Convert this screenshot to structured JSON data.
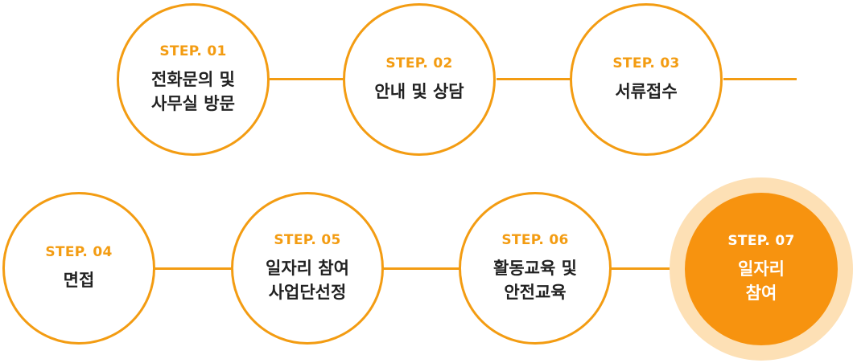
{
  "accent_color": "#f39c12",
  "active_color": "#f7930f",
  "steps": [
    {
      "label": "STEP. 01",
      "title": "전화문의 및\n사무실 방문"
    },
    {
      "label": "STEP. 02",
      "title": "안내 및 상담"
    },
    {
      "label": "STEP. 03",
      "title": "서류접수"
    },
    {
      "label": "STEP. 04",
      "title": "면접"
    },
    {
      "label": "STEP. 05",
      "title": "일자리 참여\n사업단선정"
    },
    {
      "label": "STEP. 06",
      "title": "활동교육 및\n안전교육"
    },
    {
      "label": "STEP. 07",
      "title": "일자리\n참여",
      "active": true
    }
  ]
}
